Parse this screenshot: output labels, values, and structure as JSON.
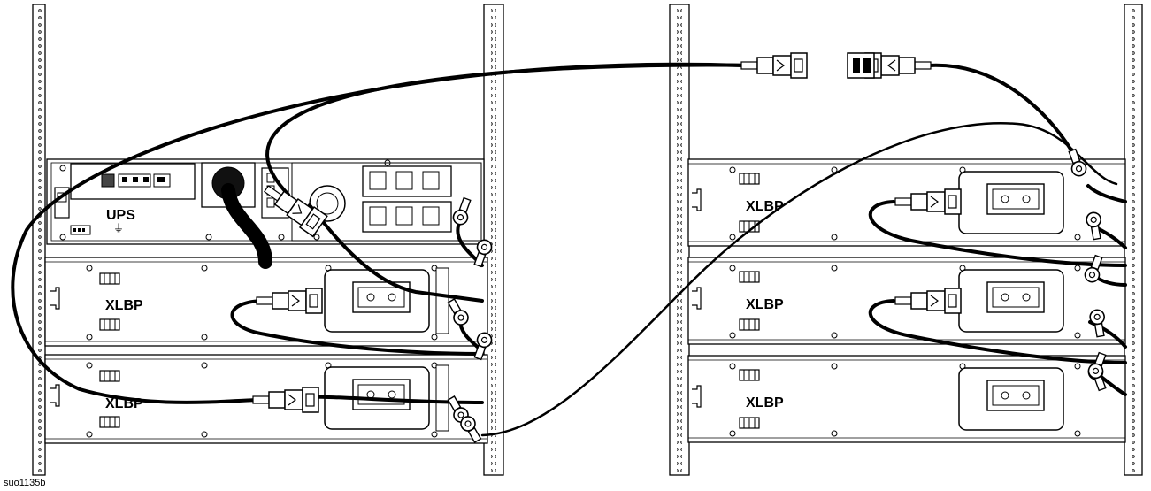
{
  "labels": {
    "ups": "UPS",
    "xlbp_left_1": "XLBP",
    "xlbp_left_2": "XLBP",
    "xlbp_right_1": "XLBP",
    "xlbp_right_2": "XLBP",
    "xlbp_right_3": "XLBP"
  },
  "figure_id": "suo1135b"
}
